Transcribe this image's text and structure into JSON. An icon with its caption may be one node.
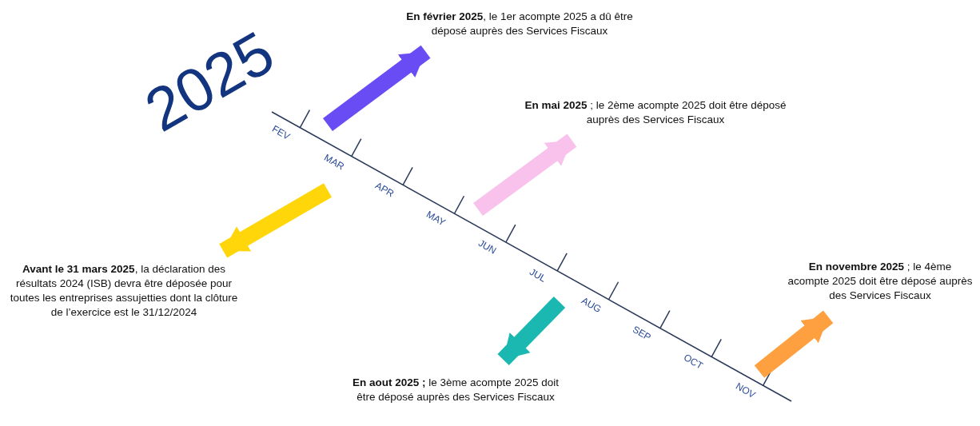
{
  "diagram": {
    "title": "2025",
    "nodes": [
      {
        "text": [
          "**En février 2025**, le 1er acompte 2025 a dû être déposé auprès des Services Fiscaux"
        ]
      },
      {
        "text": [
          "**En mai 2025** ; le 2ème acompte 2025 doit être déposé auprès des Services Fiscaux"
        ]
      },
      {
        "text": [
          "**Avant le 31 mars 2025**, la déclaration des résultats 2024 (ISB) devra être déposée pour toutes les entreprises assujetties dont la clôture de l’exercice est le 31/12/2024"
        ]
      },
      {
        "text": [
          "**En novembre 2025** ; le 4ème acompte 2025 doit être déposé auprès des Services Fiscaux"
        ]
      },
      {
        "text": [
          "**En aout 2025 ;** le 3ème acompte 2025 doit être déposé auprès des Services Fiscaux"
        ]
      }
    ],
    "edges": [
      {
        "from": null,
        "to": 0,
        "arrow": "to",
        "color": "#6a4cf5"
      },
      {
        "from": null,
        "to": 1,
        "arrow": "to",
        "color": "#f9c2ec"
      },
      {
        "from": null,
        "to": 2,
        "arrow": "to",
        "color": "#ffd60a"
      },
      {
        "from": null,
        "to": 3,
        "arrow": "to",
        "color": "#ffa040"
      },
      {
        "from": null,
        "to": 4,
        "arrow": "to",
        "color": "#1ab8b0"
      }
    ],
    "labels": [
      "FEV",
      "MAR",
      "APR",
      "MAY",
      "JUN",
      "JUL",
      "AUG",
      "SEP",
      "OCT",
      "NOV"
    ]
  }
}
